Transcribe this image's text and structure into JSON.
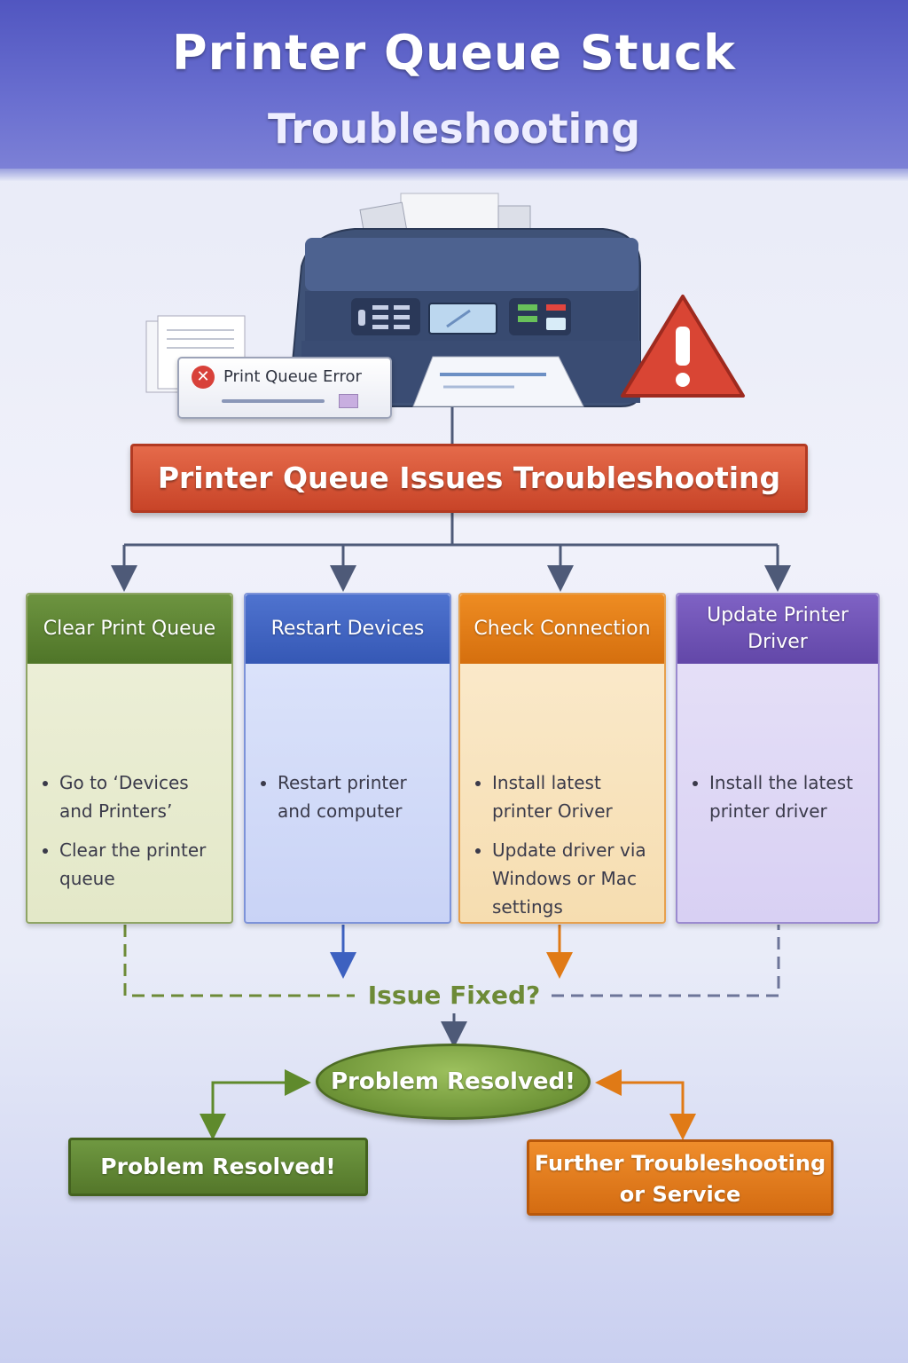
{
  "header": {
    "title": "Printer Queue Stuck",
    "subtitle": "Troubleshooting"
  },
  "error_dialog": {
    "label": "Print Queue Error"
  },
  "main_banner": {
    "label": "Printer Queue Issues Troubleshooting"
  },
  "columns": [
    {
      "title": "Clear Print Queue",
      "color": "#5a8030",
      "bullets": [
        "Go to ‘Devices and Printers’",
        "Clear the printer queue"
      ]
    },
    {
      "title": "Restart Devices",
      "color": "#3d61c0",
      "bullets": [
        "Restart printer and computer"
      ]
    },
    {
      "title": "Check Connection",
      "color": "#e07a16",
      "bullets": [
        "Install latest printer Oriver",
        "Update driver via Windows or Mac settings"
      ]
    },
    {
      "title": "Update Printer Driver",
      "color": "#6a4fb2",
      "bullets": [
        "Install the latest printer driver"
      ]
    }
  ],
  "decision": {
    "label": "Issue Fixed?"
  },
  "resolved_oval": {
    "label": "Problem Resolved!"
  },
  "resolved_box": {
    "label": "Problem Resolved!"
  },
  "further_box": {
    "line1": "Further Troubleshooting",
    "line2": "or Service"
  },
  "colors": {
    "header": "#5a5fc8",
    "banner": "#d4502f",
    "green": "#6a9038",
    "orange": "#e07a16",
    "purple": "#6a4fb2",
    "blue": "#3d61c0",
    "connector": "#4e5a78"
  }
}
